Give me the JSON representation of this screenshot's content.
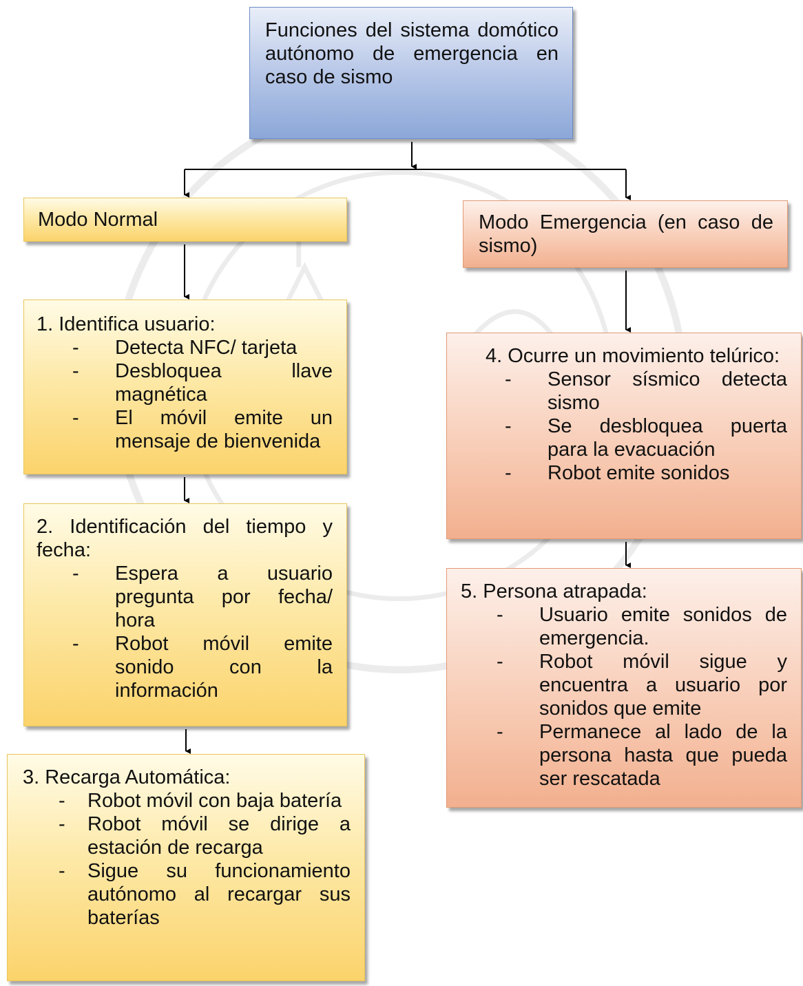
{
  "root": {
    "title": "Funciones del sistema domótico autónomo de emergencia en caso de sismo"
  },
  "normal_mode": {
    "label": "Modo Normal"
  },
  "emergency_mode": {
    "label": "Modo Emergencia (en caso de sismo)"
  },
  "steps": [
    {
      "heading": "1. Identifica usuario:",
      "items": [
        "Detecta NFC/ tarjeta",
        "Desbloquea llave magnética",
        "El móvil emite un mensaje de bienvenida"
      ]
    },
    {
      "heading": "2. Identificación del tiempo y fecha:",
      "items": [
        "Espera a usuario pregunta por fecha/ hora",
        "Robot móvil emite sonido con la información"
      ]
    },
    {
      "heading": "3. Recarga Automática:",
      "items": [
        "Robot móvil con baja batería",
        "Robot móvil se dirige a estación de recarga",
        "Sigue su funcionamiento autónomo al recargar sus baterías"
      ]
    },
    {
      "heading": "4. Ocurre un movimiento telúrico:",
      "items": [
        "Sensor sísmico detecta sismo",
        "Se desbloquea puerta para la evacuación",
        "Robot emite sonidos"
      ]
    },
    {
      "heading": "5. Persona atrapada:",
      "items": [
        "Usuario emite sonidos de emergencia.",
        "Robot móvil sigue y encuentra a usuario por sonidos que emite",
        "Permanece al lado de la persona hasta que pueda ser rescatada"
      ]
    }
  ],
  "bullet": "-",
  "colors": {
    "yellow_box": "#fde9a8",
    "orange_box": "#f8cdb7",
    "blue_box": "#b7c7e8",
    "arrow": "#000000"
  }
}
